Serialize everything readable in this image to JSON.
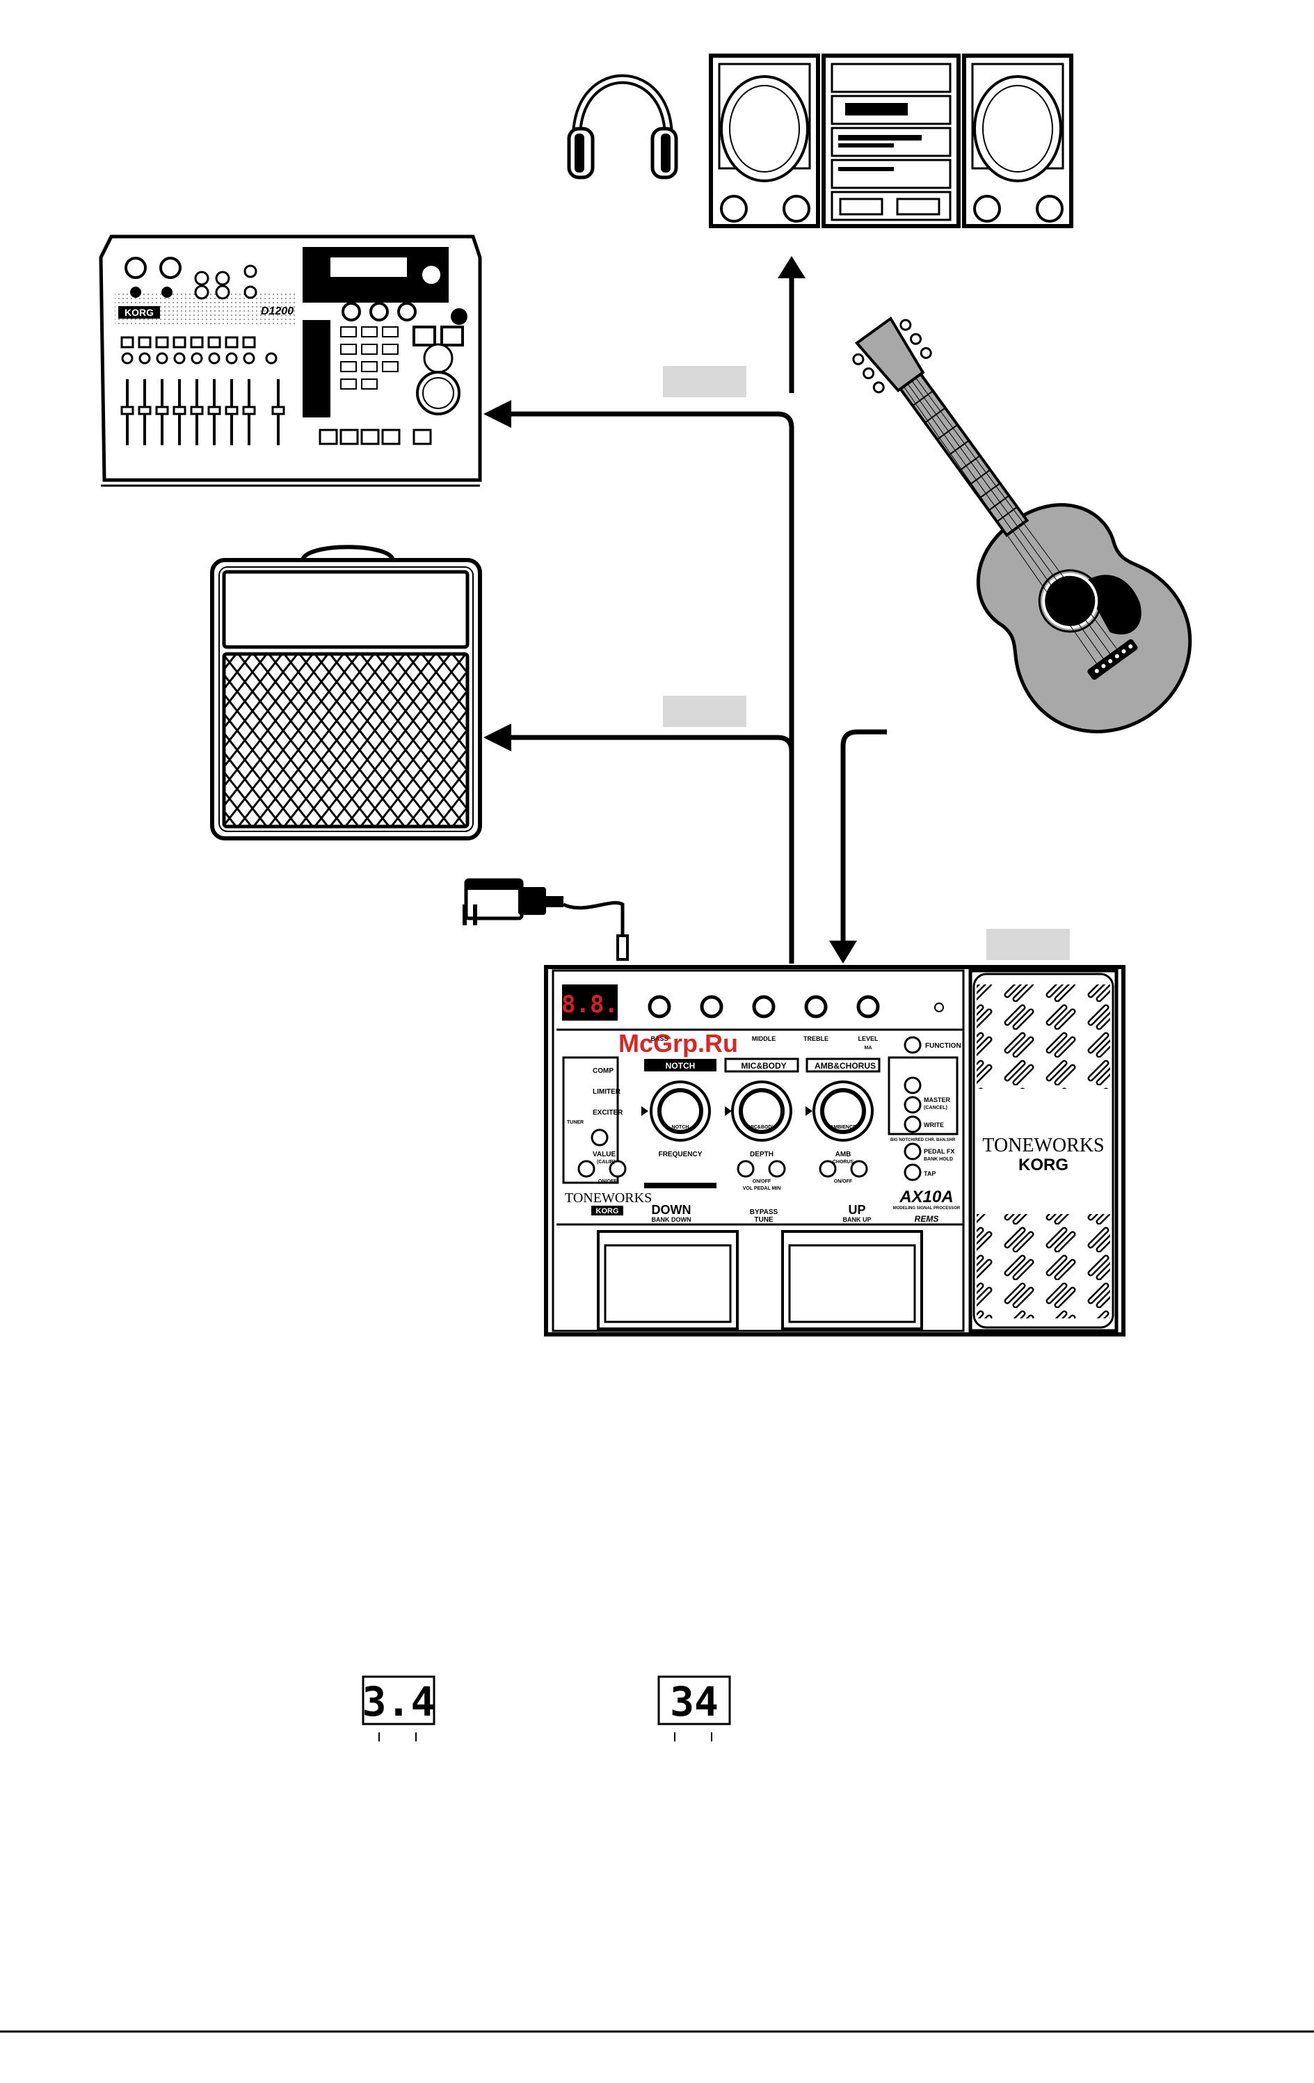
{
  "colors": {
    "ink": "#000000",
    "tag_fill": "#d9d9d9",
    "guitar_body": "#a8a8a8",
    "led_red": "#d62020",
    "watermark": "#d40000"
  },
  "icons": [
    "headphones-icon",
    "stereo-system-icon",
    "multitrack-recorder-icon",
    "guitar-amplifier-icon",
    "acoustic-guitar-icon",
    "ac-adapter-icon",
    "pedal-processor-icon"
  ],
  "recorder": {
    "model": "D1200",
    "brand": "KORG"
  },
  "processor": {
    "display": "8.8.",
    "knobs": [
      "BASS",
      "",
      "MIDDLE",
      "TREBLE",
      "LEVEL"
    ],
    "level_sub": "MA",
    "function_label": "FUNCTION",
    "left_panel": [
      "COMP",
      "LIMITER",
      "EXCITER"
    ],
    "tuner_label": "TUNER",
    "value_label": "VALUE",
    "value_sub": "(CALIB)",
    "onoff_label": "ON/OFF",
    "section_notch": "NOTCH",
    "section_mic_body": "MIC&BODY",
    "section_amb_chorus": "AMB&CHORUS",
    "notch_knob": "NOTCH",
    "frequency_label": "FREQUENCY",
    "mic_body_knob": "MIC&BODY",
    "ambience_knob": "AMBIENCE",
    "depth_label": "DEPTH",
    "vol_pedal_min": "VOL PEDAL MIN",
    "amb_label": "AMB",
    "chorus_label": "CHORUS",
    "master_label": "MASTER",
    "cancel_label": "(CANCEL)",
    "write_label": "WRITE",
    "pedal_fx_label": "PEDAL FX",
    "bank_hold_label": "BANK HOLD",
    "tap_label": "TAP",
    "fine_print": "BIG NOTCH/RED CHR. BAN.SHR",
    "brand_toneworks": "TONEWORKS",
    "brand_korg": "KORG",
    "model": "AX10A",
    "model_sub": "MODELING SIGNAL PROCESSOR",
    "rems_logo": "REMS",
    "down_label": "DOWN",
    "bank_down": "BANK DOWN",
    "bypass_label": "BYPASS",
    "tune_label": "TUNE",
    "up_label": "UP",
    "bank_up": "BANK UP",
    "pedal_brand_toneworks": "TONEWORKS",
    "pedal_brand_korg": "KORG"
  },
  "watermark": "McGrp.Ru",
  "display_examples": [
    {
      "value": "3.4"
    },
    {
      "value": "34"
    }
  ]
}
